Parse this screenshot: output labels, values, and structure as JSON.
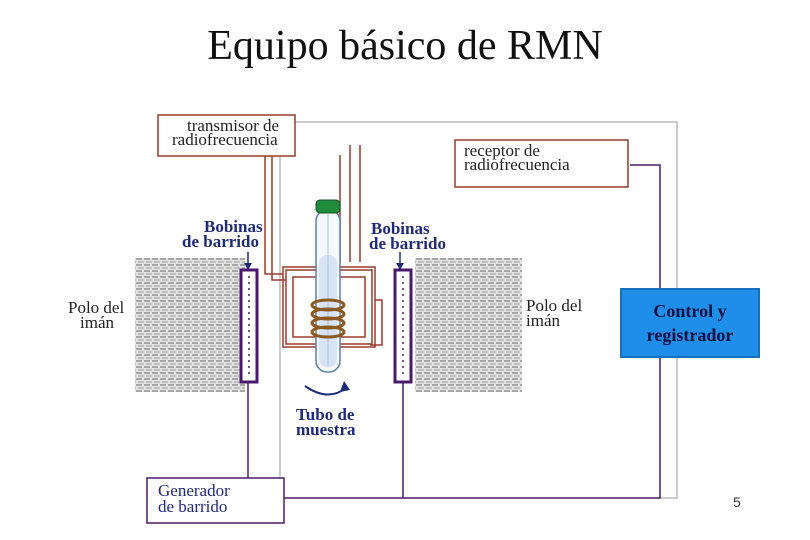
{
  "title": "Equipo básico de RMN",
  "labels": {
    "transmitter_line1": "transmisor de",
    "transmitter_line2": "radiofrecuencia",
    "receiver_line1": "receptor de",
    "receiver_line2": "radiofrecuencia",
    "sweep_coils_left_line1": "Bobinas",
    "sweep_coils_left_line2": "de barrido",
    "sweep_coils_right_line1": "Bobinas",
    "sweep_coils_right_line2": "de barrido",
    "magnet_pole_left_line1": "Polo del",
    "magnet_pole_left_line2": "imán",
    "magnet_pole_right_line1": "Polo del",
    "magnet_pole_right_line2": "imán",
    "control_line1": "Control y",
    "control_line2": "registrador",
    "sample_tube_line1": "Tubo de",
    "sample_tube_line2": "muestra",
    "sweep_generator_line1": "Generador",
    "sweep_generator_line2": "de barrido"
  },
  "page_number": "5",
  "colors": {
    "rf_wire": "#9a3b2a",
    "sweep_wire": "#4a1a6a",
    "control_box": "#1e8ee8",
    "label_navy": "#1f2a7a"
  }
}
